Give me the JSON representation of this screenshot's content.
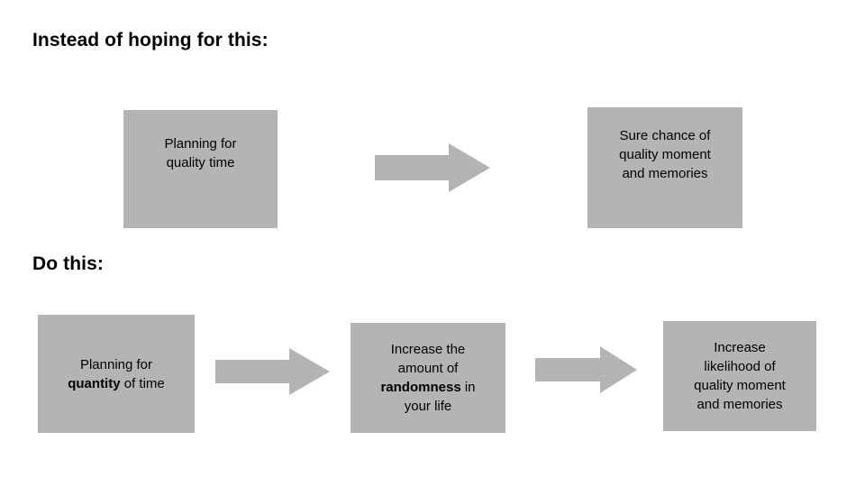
{
  "slide": {
    "background_color": "#ffffff",
    "box_color": "#b4b4b4",
    "arrow_color": "#b4b4b4",
    "text_color": "#000000"
  },
  "headings": {
    "row1": "Instead of hoping for this:",
    "row2": "Do this:"
  },
  "row1": {
    "boxes": [
      {
        "id": "plan-quality",
        "lines": [
          "Planning for",
          "quality time"
        ],
        "text": "Planning for\nquality time",
        "bold_words": []
      },
      {
        "id": "sure-chance",
        "lines": [
          "Sure chance of",
          "quality moment",
          "and memories"
        ],
        "text": "Sure chance of\nquality moment\nand memories",
        "bold_words": []
      }
    ],
    "arrows": [
      {
        "id": "arrow-row1",
        "direction": "right"
      }
    ]
  },
  "row2": {
    "boxes": [
      {
        "id": "plan-quantity",
        "lines": [
          "Planning for",
          "quantity of time"
        ],
        "text_html": "Planning for<br><b>quantity</b> of time",
        "bold_words": [
          "quantity"
        ]
      },
      {
        "id": "increase-random",
        "lines": [
          "Increase the",
          "amount of",
          "randomness in",
          "your life"
        ],
        "text_html": "Increase the<br>amount of<br><b>randomness</b> in<br>your life",
        "bold_words": [
          "randomness"
        ]
      },
      {
        "id": "increase-likelihood",
        "lines": [
          "Increase",
          "likelihood of",
          "quality moment",
          "and memories"
        ],
        "text_html": "Increase<br>likelihood of<br>quality moment<br>and memories",
        "bold_words": []
      }
    ],
    "arrows": [
      {
        "id": "arrow-row2-a",
        "direction": "right"
      },
      {
        "id": "arrow-row2-b",
        "direction": "right"
      }
    ]
  }
}
